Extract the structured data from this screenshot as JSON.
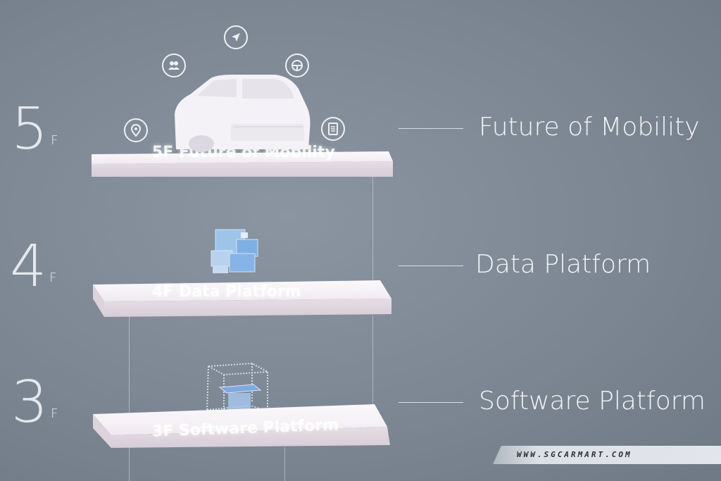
{
  "floors": [
    {
      "id": "5",
      "number": "5",
      "suffix": "F",
      "label": "Future of Mobility",
      "slab_text": "5F Future of Mobility"
    },
    {
      "id": "4",
      "number": "4",
      "suffix": "F",
      "label": "Data Platform",
      "slab_text": "4F  Data Platform"
    },
    {
      "id": "3",
      "number": "3",
      "suffix": "F",
      "label": "Software Platform",
      "slab_text": "3F  Software Platform"
    }
  ],
  "icons": [
    "navigation-icon",
    "users-icon",
    "steering-wheel-icon",
    "location-pin-icon",
    "document-list-icon"
  ],
  "watermark": "WWW.SGCARMART.COM"
}
